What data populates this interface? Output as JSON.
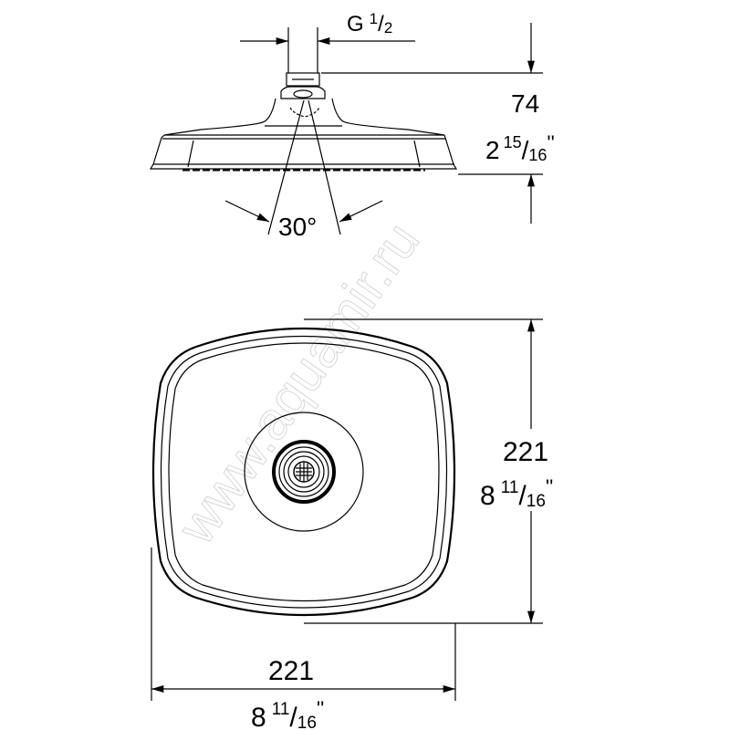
{
  "watermark": "www.aquamir.ru",
  "side_view": {
    "thread": {
      "prefix": "G",
      "num": "1",
      "den": "2"
    },
    "height": {
      "mm": "74",
      "inch_whole": "2",
      "inch_num": "15",
      "inch_den": "16",
      "inch_mark": "''"
    },
    "spray_angle": "30°"
  },
  "top_view": {
    "depth": {
      "mm": "221",
      "inch_whole": "8",
      "inch_num": "11",
      "inch_den": "16",
      "inch_mark": "''"
    },
    "width": {
      "mm": "221",
      "inch_whole": "8",
      "inch_num": "11",
      "inch_den": "16",
      "inch_mark": "''"
    }
  },
  "colors": {
    "line": "#000000",
    "watermark": "#cfcfcf",
    "background": "#ffffff"
  }
}
